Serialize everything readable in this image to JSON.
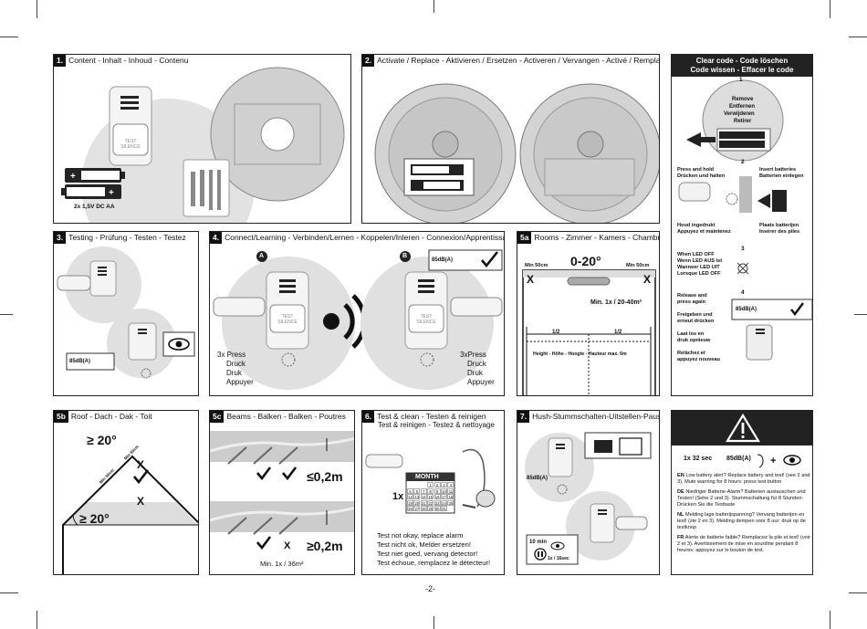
{
  "page_number": "-2-",
  "panels": {
    "p1": {
      "num": "1.",
      "title": "Content - Inhalt - Inhoud - Contenu",
      "test_silence": "TEST\nSILENCE",
      "battery_label": "2x 1,5V DC AA"
    },
    "p2": {
      "num": "2.",
      "title": "Activate / Replace - Aktivieren / Ersetzen - Activeren / Vervangen - Activé / Remplacer"
    },
    "clear": {
      "title_line1": "Clear code - Code löschen",
      "title_line2": "Code wissen - Effacer le code",
      "step1": "1",
      "remove": [
        "Remove",
        "Entfernen",
        "Verwijderen",
        "Retirer"
      ],
      "step2": "2",
      "press_hold": [
        "Press and hold",
        "Drücken und halten"
      ],
      "insert": [
        "Insert batteries",
        "Batterien einlegen"
      ],
      "hold": [
        "Houd ingedrukt",
        "Appuyez et maintenez"
      ],
      "place": [
        "Plaats batterijen",
        "Insérer des piles"
      ],
      "step3": "3",
      "led_off": [
        "When LED OFF",
        "Wenn LED AUS ist",
        "Wanneer LED UIT",
        "Lorsque LED OFF"
      ],
      "step4": "4",
      "release": [
        "Release and",
        "press again",
        "",
        "Freigeben und",
        "erneut drücken",
        "",
        "Laat los en",
        "druk opnieuw",
        "",
        "Relâchez et",
        "appuyez nouveau"
      ],
      "db": "85dB(A)"
    },
    "p3": {
      "num": "3.",
      "title": "Testing - Prüfung - Testen - Testez",
      "db": "85dB(A)"
    },
    "p4": {
      "num": "4.",
      "title": "Connect/Learning - Verbinden/Lernen - Koppelen/Inleren - Connexion/Apprentissage",
      "a": "A",
      "b": "B",
      "test_silence": "TEST\nSILENCE",
      "left_press": [
        "3x Press",
        "Druck",
        "Druk",
        "Appuyer"
      ],
      "right_press": [
        "3xPress",
        "Druck",
        "Druk",
        "Appuyer"
      ],
      "db": "85dB(A)"
    },
    "p5a": {
      "num": "5a",
      "title": "Rooms - Zimmer - Kamers - Chambre",
      "min50_left": "Min 50cm",
      "min50_right": "Min 50cm",
      "angle": "0-20°",
      "x": "X",
      "min_area": "Min. 1x / 20-40m²",
      "half": "1/2",
      "height": "Height - Höhe - Hoogte - Hauteur max. 6m"
    },
    "p5b": {
      "num": "5b",
      "title": "Roof - Dach - Dak - Toit",
      "angle_top": "≥ 20°",
      "angle_bottom": "≥ 20°",
      "min_50": "Min 50cm",
      "x": "X"
    },
    "p5c": {
      "num": "5c",
      "title": "Beams - Balken - Balken - Poutres",
      "dist1": "≤0,2m",
      "dist2": "≥0,2m",
      "x": "X",
      "min_area": "Min. 1x / 36m²"
    },
    "p6": {
      "num": "6.",
      "title_line1": "Test & clean - Testen & reinigen",
      "title_line2": "Test & reinigen - Testez & nettoyage",
      "month": "MONTH",
      "times": "1x",
      "days": [
        "1",
        "2",
        "3",
        "4",
        "5",
        "6",
        "7",
        "8",
        "9",
        "10",
        "11",
        "12",
        "13",
        "14",
        "15",
        "16",
        "17",
        "18",
        "19",
        "20",
        "21",
        "22",
        "23",
        "24",
        "25",
        "26",
        "27",
        "28",
        "29",
        "30",
        "31"
      ],
      "lines": [
        "Test not okay, replace alarm",
        "Test nicht ok, Melder ersetzen!",
        "Test niet goed, vervang detector!",
        "Test échoue, remplacez le détecteur!"
      ]
    },
    "p7": {
      "num": "7.",
      "title": "Hush-Stummschalten-Uitstellen-Pause",
      "db": "85dB(A)",
      "ten_min": "10 min",
      "sec16": "1x / 16sec"
    },
    "warn": {
      "rule": "1x 32 sec",
      "db": "85dB(A)",
      "paras": [
        {
          "lang": "EN",
          "text": "Low battery alert? Replace battery and test! (see 2 and 3). Mute warning for 8 hours: press test button"
        },
        {
          "lang": "DE",
          "text": "Niedriger Batterie-Alarm? Batterien austauschen und Testen! (Sehe 2 und 3). Stummschaltung für 8 Stunden: Drücken Sie die Testtaste"
        },
        {
          "lang": "NL",
          "text": "Melding lage batterijspanning? Vervang batterijen en test! (zie 2 en 3). Melding dempen voor 8 uur: druk op de testknop"
        },
        {
          "lang": "FR",
          "text": "Alerte de batterie faible? Remplacez la pile et test! (voir 2 et 3). Avertissement de mise en sourdine pendant 8 heures: appuyez sur le bouton de test."
        }
      ]
    }
  }
}
